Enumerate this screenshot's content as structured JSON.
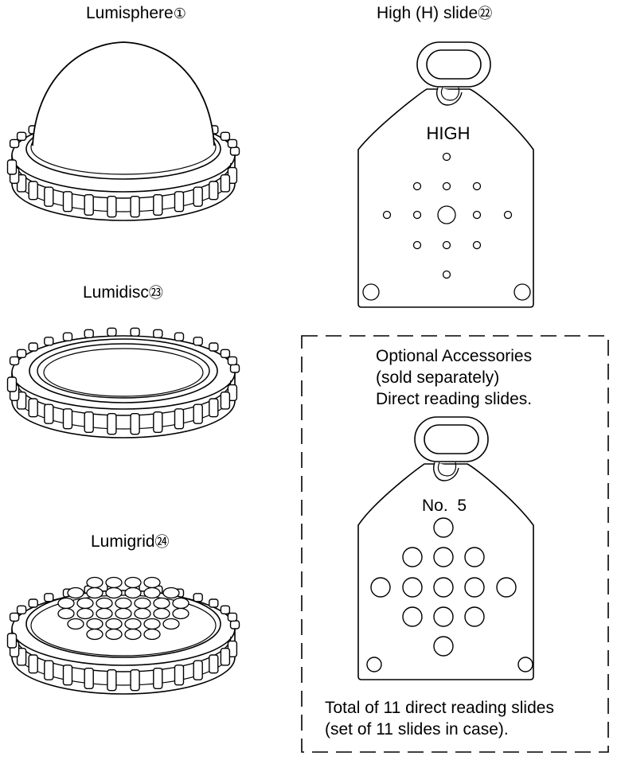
{
  "labels": {
    "lumisphere": "Lumisphere",
    "lumisphere_num": "①",
    "high_slide": "High (H) slide",
    "high_slide_num": "㉒",
    "lumidisc": "Lumidisc",
    "lumidisc_num": "㉓",
    "lumigrid": "Lumigrid",
    "lumigrid_num": "㉔"
  },
  "high_slide_text": "HIGH",
  "accessories": {
    "line1": "Optional Accessories",
    "line2": "(sold separately)",
    "line3": "Direct reading slides.",
    "slide_text": "No.  5",
    "footer1": "Total of 11 direct reading slides",
    "footer2": "(set of 11 slides in case)."
  },
  "colors": {
    "line": "#000000",
    "background": "#ffffff"
  }
}
